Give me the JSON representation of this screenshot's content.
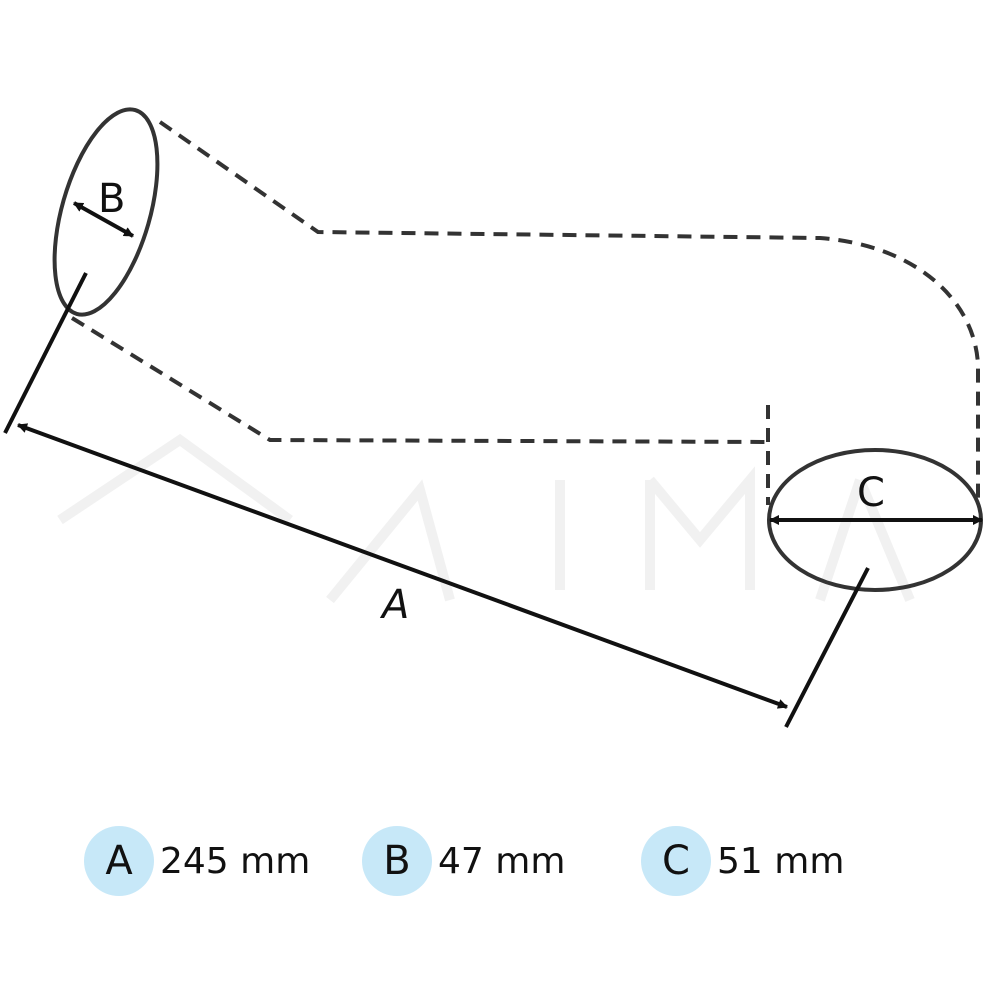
{
  "diagram": {
    "labels": {
      "a": "A",
      "b": "B",
      "c": "C"
    }
  },
  "legend": {
    "items": [
      {
        "letter": "A",
        "value": "245 mm"
      },
      {
        "letter": "B",
        "value": "47 mm"
      },
      {
        "letter": "C",
        "value": "51 mm"
      }
    ]
  },
  "colors": {
    "badge_fill": "#c7e8f8",
    "line": "#111111",
    "dash": "#333333",
    "watermark": "#f3f3f3"
  }
}
